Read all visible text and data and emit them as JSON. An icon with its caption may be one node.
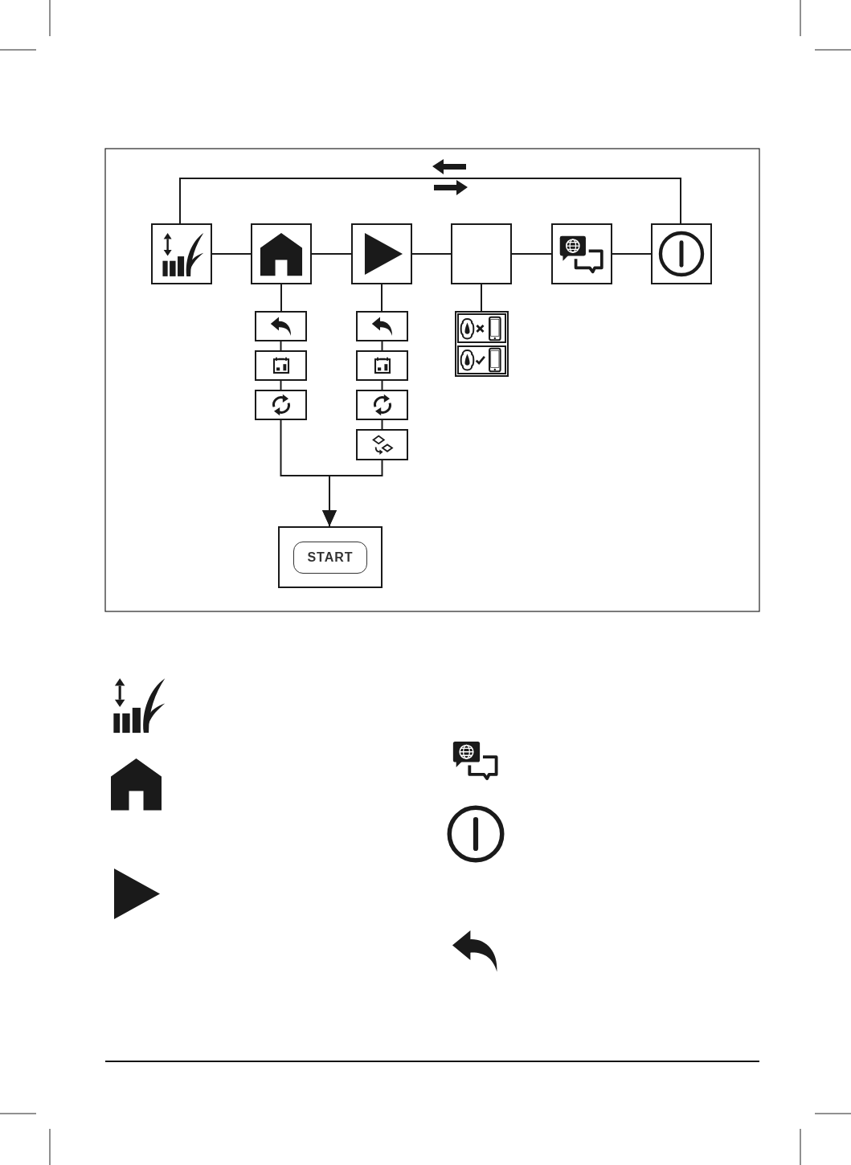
{
  "diagram": {
    "nodes": [
      {
        "text": [],
        "shape": "box"
      },
      {
        "text": [],
        "shape": "box"
      },
      {
        "text": [],
        "shape": "box"
      },
      {
        "text": [],
        "shape": "box"
      },
      {
        "text": [],
        "shape": "box"
      },
      {
        "text": [],
        "shape": "box"
      },
      {
        "text": [],
        "shape": "box"
      },
      {
        "text": [],
        "shape": "box"
      },
      {
        "text": [],
        "shape": "box"
      },
      {
        "text": [],
        "shape": "box"
      },
      {
        "text": [],
        "shape": "box"
      },
      {
        "text": [],
        "shape": "box"
      },
      {
        "text": [],
        "shape": "box"
      },
      {
        "text": [],
        "shape": "box"
      },
      {
        "text": [],
        "shape": "box",
        "in": 13
      },
      {
        "text": [],
        "shape": "box",
        "in": 13
      },
      {
        "text": [
          "START"
        ]
      }
    ],
    "edges": [
      {
        "from": 0,
        "to": 1,
        "arrow": "none"
      },
      {
        "from": 1,
        "to": 2,
        "arrow": "none"
      },
      {
        "from": 2,
        "to": 3,
        "arrow": "none"
      },
      {
        "from": 3,
        "to": 4,
        "arrow": "none"
      },
      {
        "from": 4,
        "to": 5,
        "arrow": "none"
      },
      {
        "from": 0,
        "to": 5,
        "arrow": "none"
      },
      {
        "from": 1,
        "to": 6,
        "arrow": "none"
      },
      {
        "from": 6,
        "to": 7,
        "arrow": "none"
      },
      {
        "from": 7,
        "to": 8,
        "arrow": "none"
      },
      {
        "from": 2,
        "to": 9,
        "arrow": "none"
      },
      {
        "from": 9,
        "to": 10,
        "arrow": "none"
      },
      {
        "from": 10,
        "to": 11,
        "arrow": "none"
      },
      {
        "from": 11,
        "to": 12,
        "arrow": "none"
      },
      {
        "from": 3,
        "to": 13,
        "arrow": "none"
      },
      {
        "from": 8,
        "to": 16,
        "arrow": "to"
      },
      {
        "from": 12,
        "to": 16,
        "arrow": "to"
      }
    ]
  }
}
